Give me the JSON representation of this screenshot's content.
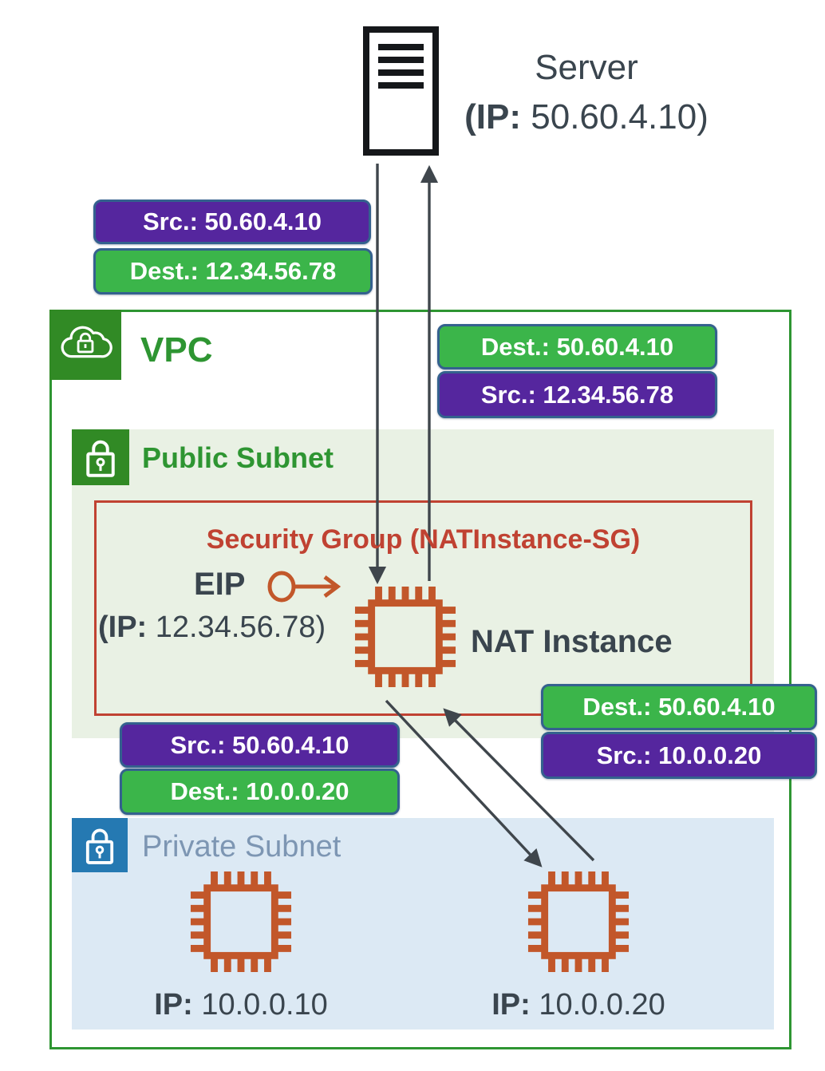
{
  "colors": {
    "purple": "#55269E",
    "green": "#3BB54A",
    "pill_border": "#34618E",
    "vpc_green": "#2E9532",
    "vpc_icon_bg": "#318A25",
    "public_subnet_bg": "#E9F1E4",
    "private_subnet_bg": "#DCE9F4",
    "private_icon_bg": "#2579B2",
    "private_label": "#7D96B3",
    "sg_red": "#C04232",
    "chip_orange": "#C2572A",
    "arrow": "#3F464C",
    "dark_text": "#3A454E",
    "server_black": "#15171A"
  },
  "server": {
    "name": "Server",
    "ip_prefix": "(IP:",
    "ip_value": "50.60.4.10)"
  },
  "vpc": {
    "label": "VPC"
  },
  "public_subnet": {
    "label": "Public Subnet"
  },
  "security_group": {
    "title": "Security Group (NATInstance-SG)"
  },
  "eip": {
    "label": "EIP",
    "ip_prefix": "(IP:",
    "ip_value": "12.34.56.78)"
  },
  "nat": {
    "label": "NAT Instance"
  },
  "private_subnet": {
    "label": "Private Subnet",
    "instances": [
      {
        "ip_label": "IP:",
        "ip_value": "10.0.0.10"
      },
      {
        "ip_label": "IP:",
        "ip_value": "10.0.0.20"
      }
    ]
  },
  "flow_labels": {
    "internet_down": [
      {
        "text": "Src.: 50.60.4.10",
        "color": "purple"
      },
      {
        "text": "Dest.: 12.34.56.78",
        "color": "green"
      }
    ],
    "vpc_top": [
      {
        "text": "Dest.: 50.60.4.10",
        "color": "green"
      },
      {
        "text": "Src.: 12.34.56.78",
        "color": "purple"
      }
    ],
    "nat_right": [
      {
        "text": "Dest.: 50.60.4.10",
        "color": "green"
      },
      {
        "text": "Src.: 10.0.0.20",
        "color": "purple"
      }
    ],
    "nat_left": [
      {
        "text": "Src.: 50.60.4.10",
        "color": "purple"
      },
      {
        "text": "Dest.: 10.0.0.20",
        "color": "green"
      }
    ]
  }
}
